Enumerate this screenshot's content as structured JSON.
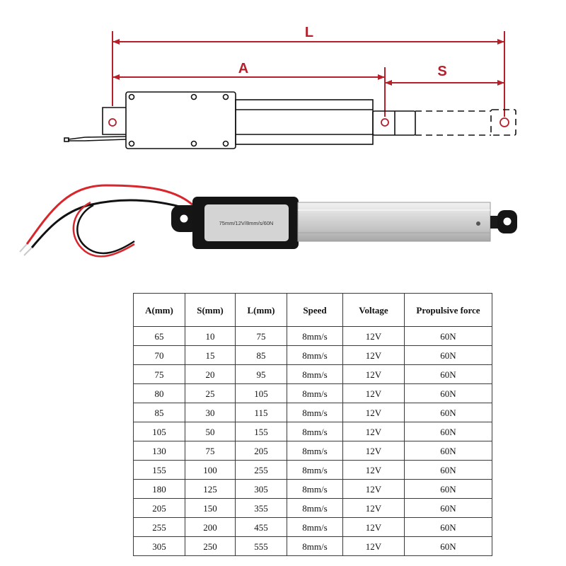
{
  "drawing": {
    "labels": {
      "total_length": "L",
      "retracted_length": "A",
      "stroke": "S"
    },
    "body_label": "75mm/12V/8mm/s/60N",
    "colors": {
      "dimension_lines": "#b5202b",
      "housing": "#141414",
      "tube": "#dcdcdc",
      "wire_red": "#d8262c",
      "wire_black": "#111111"
    }
  },
  "table": {
    "headers": [
      "A(mm)",
      "S(mm)",
      "L(mm)",
      "Speed",
      "Voltage",
      "Propulsive force"
    ],
    "rows": [
      [
        "65",
        "10",
        "75",
        "8mm/s",
        "12V",
        "60N"
      ],
      [
        "70",
        "15",
        "85",
        "8mm/s",
        "12V",
        "60N"
      ],
      [
        "75",
        "20",
        "95",
        "8mm/s",
        "12V",
        "60N"
      ],
      [
        "80",
        "25",
        "105",
        "8mm/s",
        "12V",
        "60N"
      ],
      [
        "85",
        "30",
        "115",
        "8mm/s",
        "12V",
        "60N"
      ],
      [
        "105",
        "50",
        "155",
        "8mm/s",
        "12V",
        "60N"
      ],
      [
        "130",
        "75",
        "205",
        "8mm/s",
        "12V",
        "60N"
      ],
      [
        "155",
        "100",
        "255",
        "8mm/s",
        "12V",
        "60N"
      ],
      [
        "180",
        "125",
        "305",
        "8mm/s",
        "12V",
        "60N"
      ],
      [
        "205",
        "150",
        "355",
        "8mm/s",
        "12V",
        "60N"
      ],
      [
        "255",
        "200",
        "455",
        "8mm/s",
        "12V",
        "60N"
      ],
      [
        "305",
        "250",
        "555",
        "8mm/s",
        "12V",
        "60N"
      ]
    ]
  }
}
